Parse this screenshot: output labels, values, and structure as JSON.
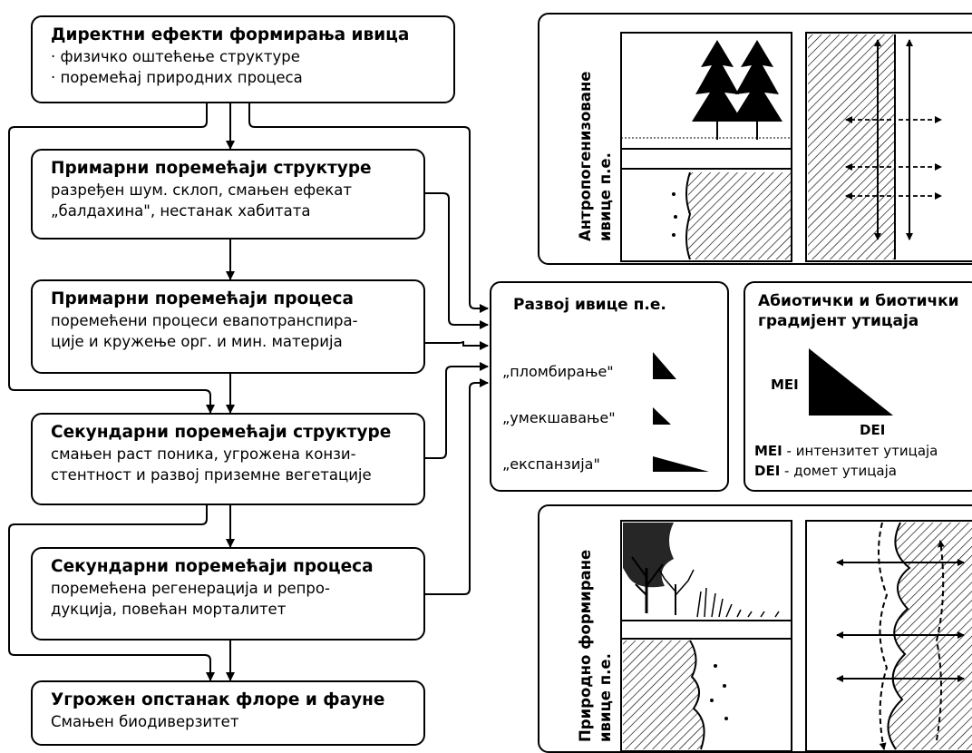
{
  "flow": {
    "box1": {
      "title": "Директни ефекти формирања ивица",
      "lines": [
        "· физичко оштећење структуре",
        "· поремећај природних процеса"
      ]
    },
    "box2": {
      "title": "Примарни поремећаји структуре",
      "lines": [
        "разређен шум. склоп, смањен ефекат",
        "„балдахина\", нестанак хабитата"
      ]
    },
    "box3": {
      "title": "Примарни поремећаји процеса",
      "lines": [
        "поремећени процеси евапотранспира-",
        "ције и кружење орг. и мин. материја"
      ]
    },
    "box4": {
      "title": "Секундарни поремећаји структуре",
      "lines": [
        "смањен раст поника, угрожена конзи-",
        "стентност и развој приземне вегетације"
      ]
    },
    "box5": {
      "title": "Секундарни поремећаји процеса",
      "lines": [
        "поремећена регенерација и репро-",
        "дукција, повећан морталитет"
      ]
    },
    "box6": {
      "title": "Угрожен опстанак флоре и фауне",
      "lines": [
        "Смањен биодиверзитет"
      ]
    }
  },
  "edge_dev": {
    "title": "Развој ивице п.е.",
    "items": [
      "„пломбирање\"",
      "„умекшавање\"",
      "„експанзија\""
    ]
  },
  "gradient": {
    "title_line1": "Абиотички и биотички",
    "title_line2": "градијент утицаја",
    "mei": "MEI",
    "dei": "DEI",
    "legend_mei_abbr": "MEI",
    "legend_mei_text": " - интензитет утицаја",
    "legend_dei_abbr": "DEI",
    "legend_dei_text": " - домет утицаја"
  },
  "panels": {
    "anthropogenic": {
      "line1": "Антропогенизоване",
      "line2": "ивице п.е."
    },
    "natural": {
      "line1": "Природно формиране",
      "line2": "ивице п.е."
    }
  }
}
